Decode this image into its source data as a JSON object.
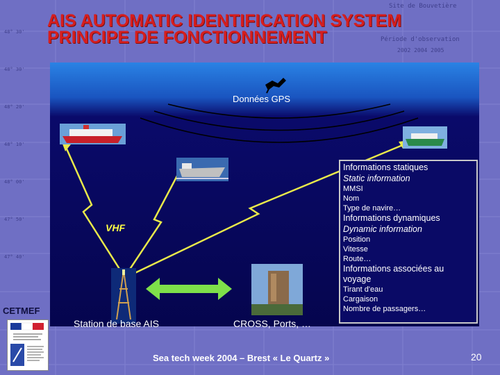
{
  "title": {
    "line1": "AIS AUTOMATIC IDENTIFICATION SYSTEM",
    "line2": "PRINCIPE DE FONCTIONNEMENT"
  },
  "diagram": {
    "gps_label": "Données GPS",
    "vhf_label": "VHF",
    "station_label": "Station de base AIS",
    "cross_label": "CROSS, Ports, …"
  },
  "info_box": {
    "static_heading": "Informations statiques",
    "static_heading_en": "Static information",
    "static_items": [
      "MMSI",
      "Nom",
      "Type de navire…"
    ],
    "dynamic_heading": "Informations dynamiques",
    "dynamic_heading_en": "Dynamic information",
    "dynamic_items": [
      "Position",
      "Vitesse",
      "Route…"
    ],
    "voyage_heading": "Informations associées au voyage",
    "voyage_items": [
      "Tirant d'eau",
      "Cargaison",
      "Nombre de passagers…"
    ]
  },
  "branding": {
    "cetmef": "CETMEF"
  },
  "footer": {
    "text": "Sea tech week 2004 – Brest « Le Quartz »",
    "page": "20"
  },
  "colors": {
    "title": "#d61e1e",
    "panel": "#0a0a6a",
    "links": "#e8e84a",
    "arrow": "#7ee04a",
    "background": "#6f6fc4"
  },
  "background_map": {
    "lat_labels": [
      "48° 30'",
      "48° 30'",
      "48° 20'",
      "48° 10'",
      "48° 00'",
      "47° 50'",
      "47° 40'"
    ],
    "top_right_labels": [
      "Site de Bouvetière",
      "Période d'observation",
      "2002 2004 2005"
    ]
  }
}
